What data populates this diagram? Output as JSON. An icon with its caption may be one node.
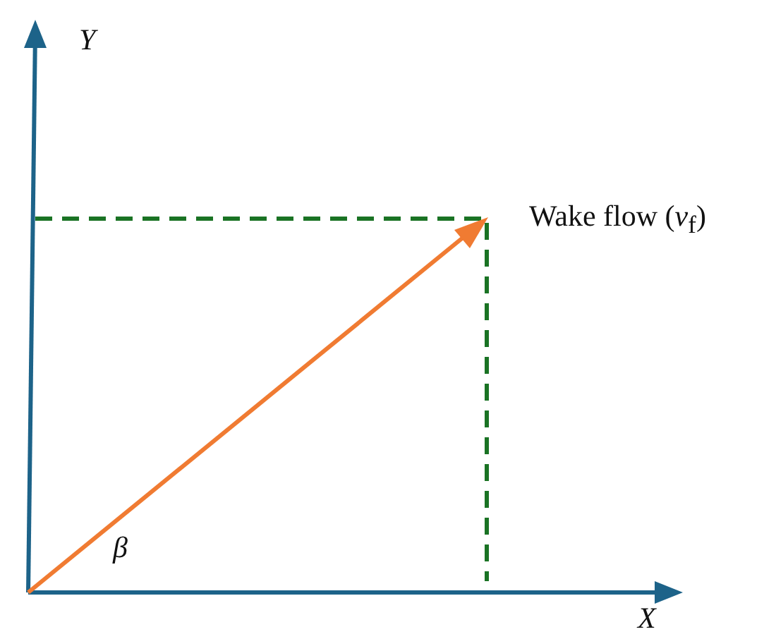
{
  "diagram": {
    "labels": [
      "Y",
      "Wake flow (*v*$_{f}$)",
      "β",
      "X"
    ]
  }
}
